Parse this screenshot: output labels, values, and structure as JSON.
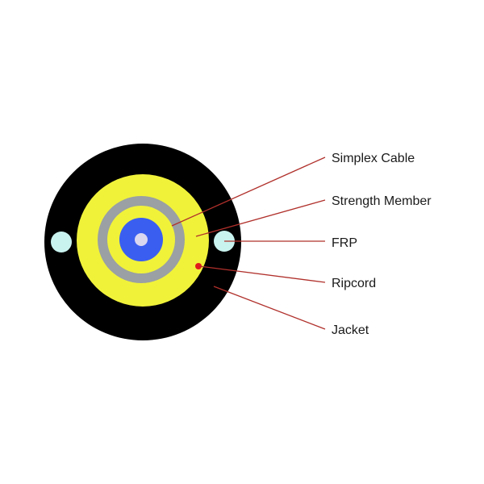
{
  "diagram": {
    "labels": {
      "simplex_cable": "Simplex Cable",
      "strength_member": "Strength Member",
      "frp": "FRP",
      "ripcord": "Ripcord",
      "jacket": "Jacket"
    }
  },
  "colors": {
    "jacket": "#000000",
    "strength_member": "#f0f23a",
    "simplex_outer": "#9aa0a3",
    "simplex_ring": "#f0f23a",
    "buffer": "#3a5ef0",
    "fiber": "#d9d6f0",
    "frp": "#c9f3ef",
    "ripcord": "#e21b1b",
    "leader": "#b0302b",
    "text": "#1a1a1a"
  }
}
